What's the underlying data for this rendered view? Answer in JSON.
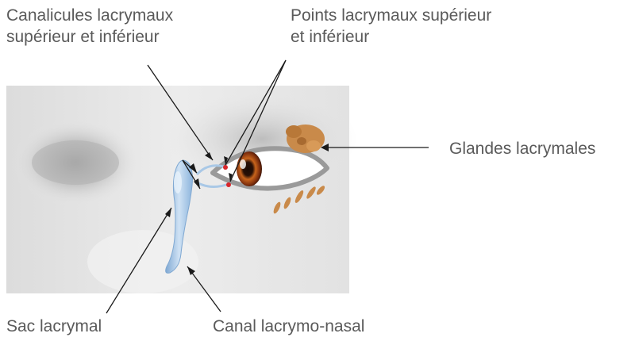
{
  "labels": {
    "canalicules_line1": "Canalicules lacrymaux",
    "canalicules_line2": "supérieur et inférieur",
    "points_line1": "Points lacrymaux supérieur",
    "points_line2": "et inférieur",
    "glandes": "Glandes lacrymales",
    "sac": "Sac lacrymal",
    "canal": "Canal lacrymo-nasal"
  },
  "colors": {
    "label_text": "#5a5a5a",
    "leader_line": "#1a1a1a",
    "lacrimal_system": "#a9c8e6",
    "gland": "#c98a4a",
    "punctum": "#d8262b",
    "iris": "#8a3a10"
  }
}
